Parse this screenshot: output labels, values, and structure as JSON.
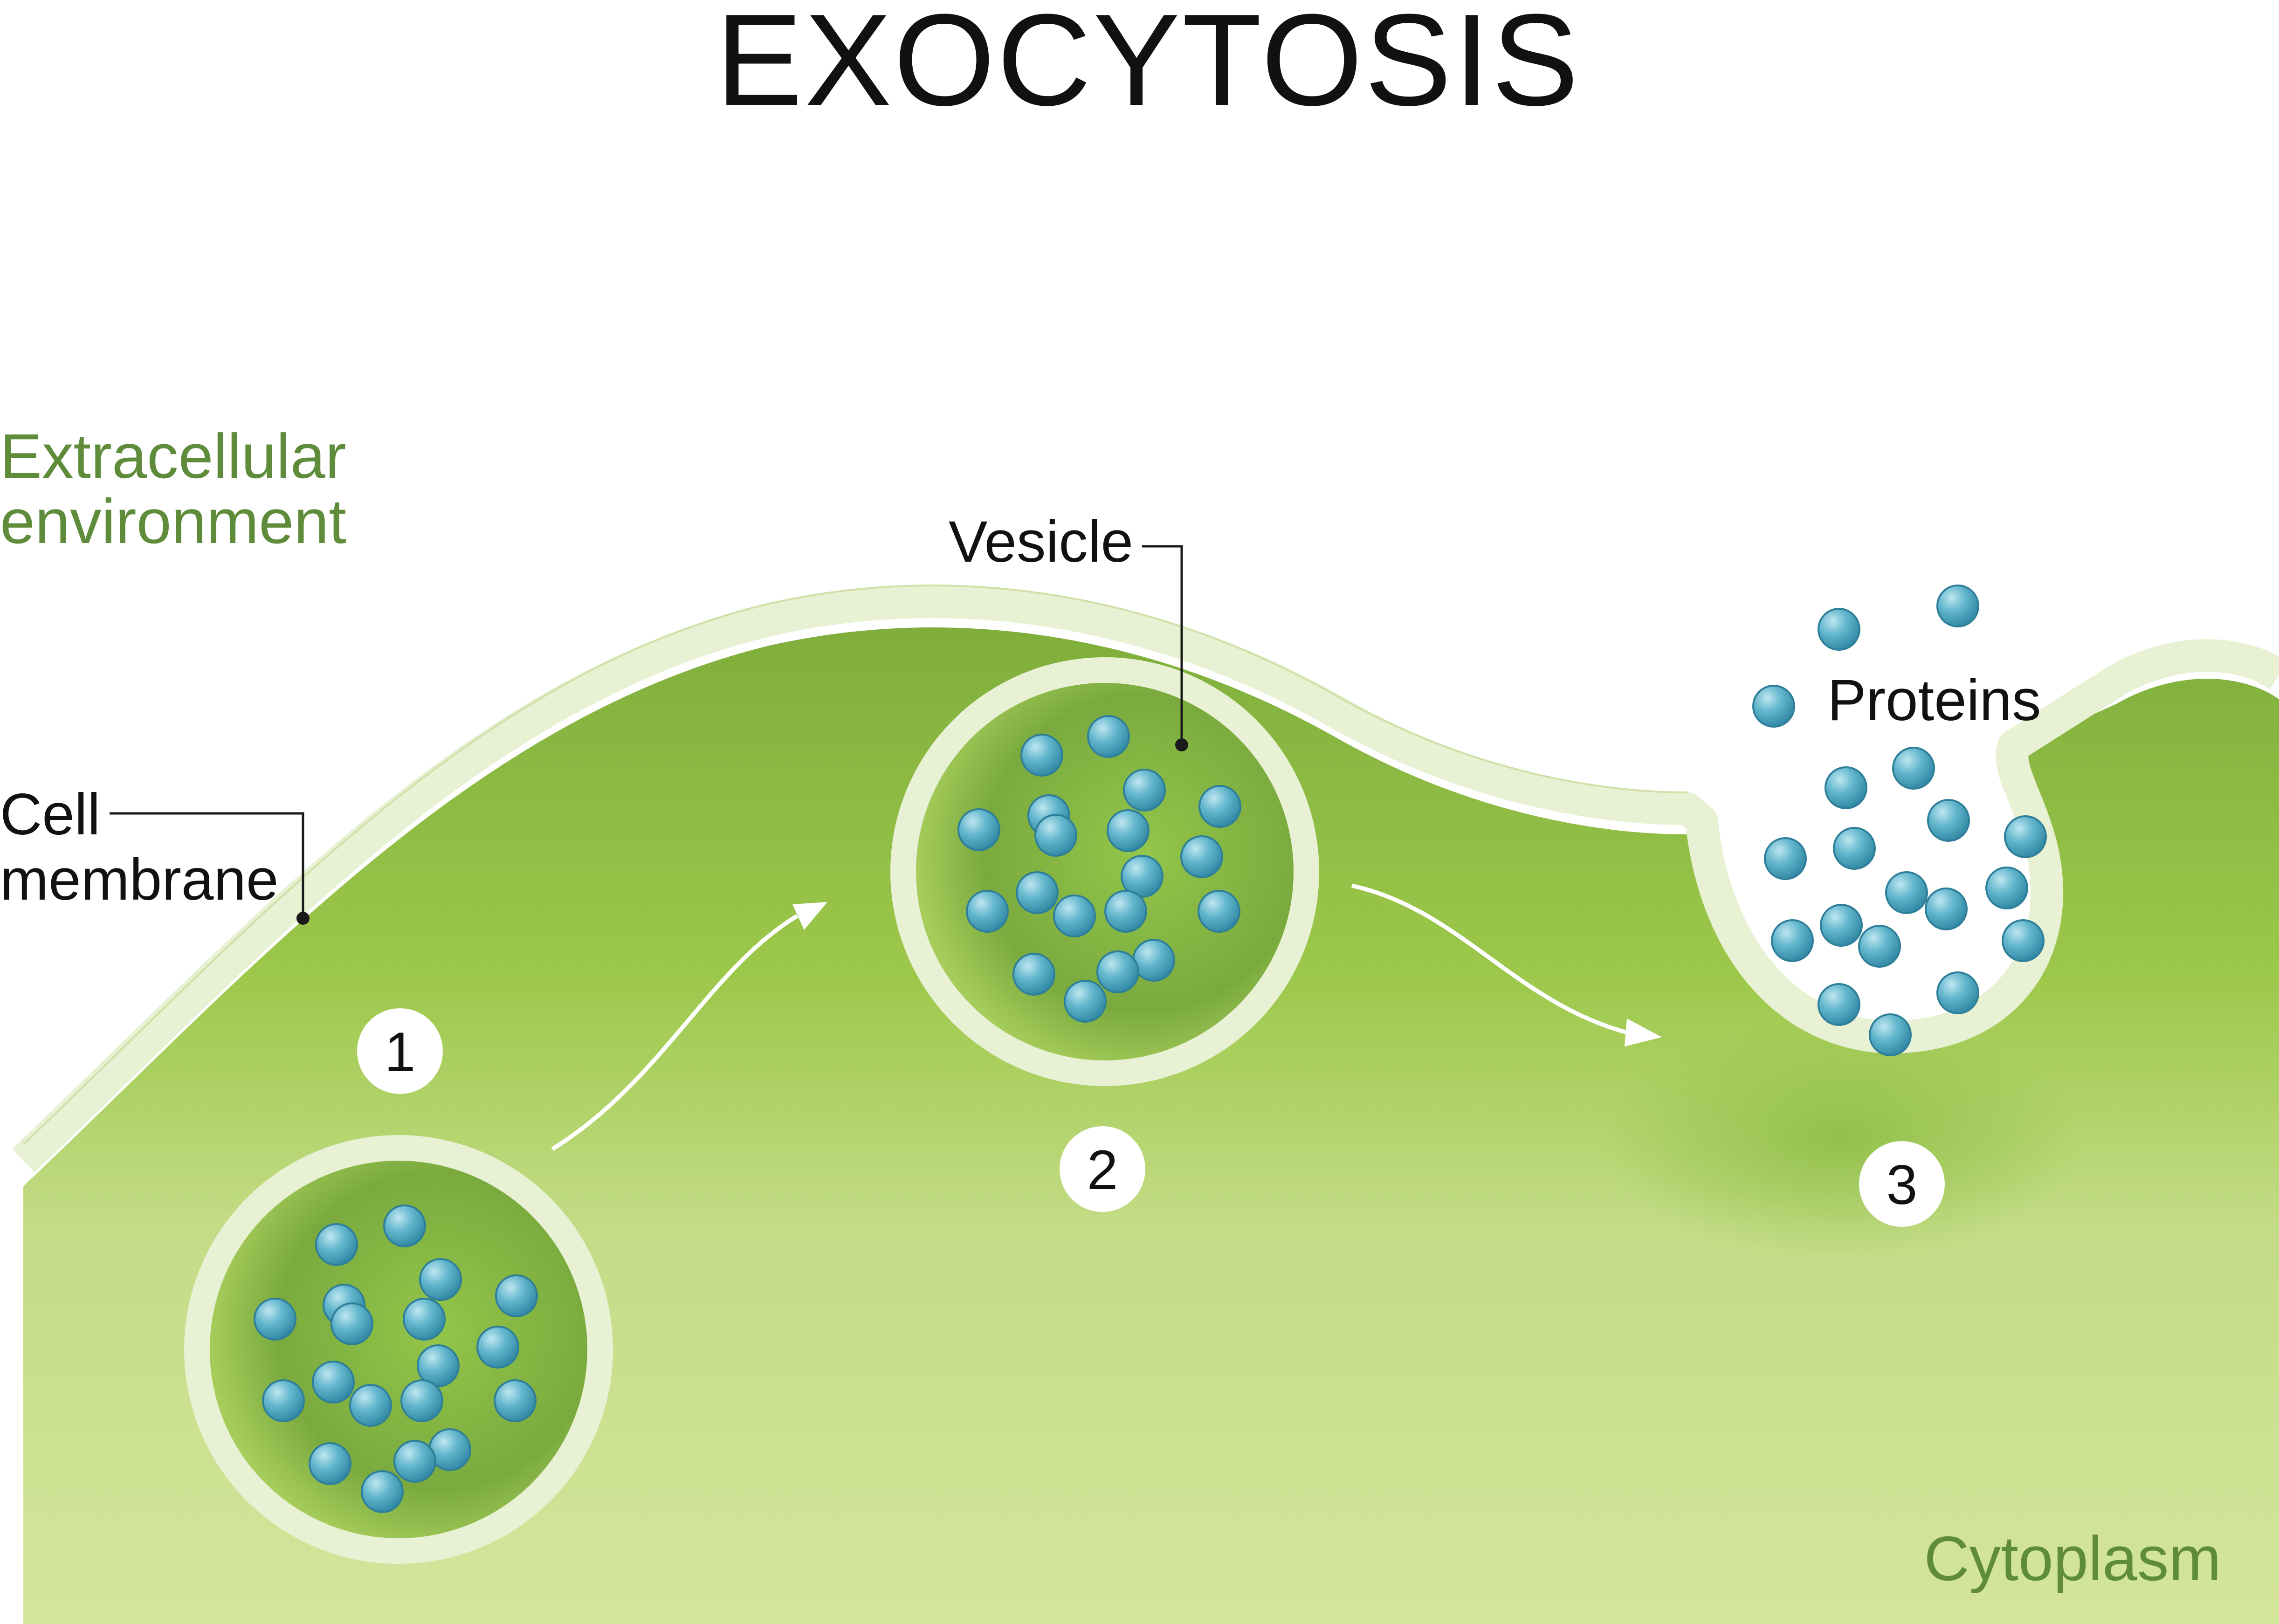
{
  "title": "EXOCYTOSIS",
  "regions": {
    "extracellular_line1": "Extracellular",
    "extracellular_line2": "environment",
    "cytoplasm": "Cytoplasm"
  },
  "labels": {
    "cell_membrane_line1": "Cell",
    "cell_membrane_line2": "membrane",
    "vesicle": "Vesicle",
    "proteins": "Proteins"
  },
  "steps": [
    "1",
    "2",
    "3"
  ],
  "colors": {
    "cytoplasm_light": "#cfe29a",
    "cytoplasm_mid": "#a9cf55",
    "cytoplasm_dark": "#7fae3c",
    "membrane": "#e8f1d3",
    "protein": "#5fb4cc",
    "protein_edge": "#2f7f9a",
    "region_text": "#5f8c3a",
    "arrow": "#ffffff"
  }
}
